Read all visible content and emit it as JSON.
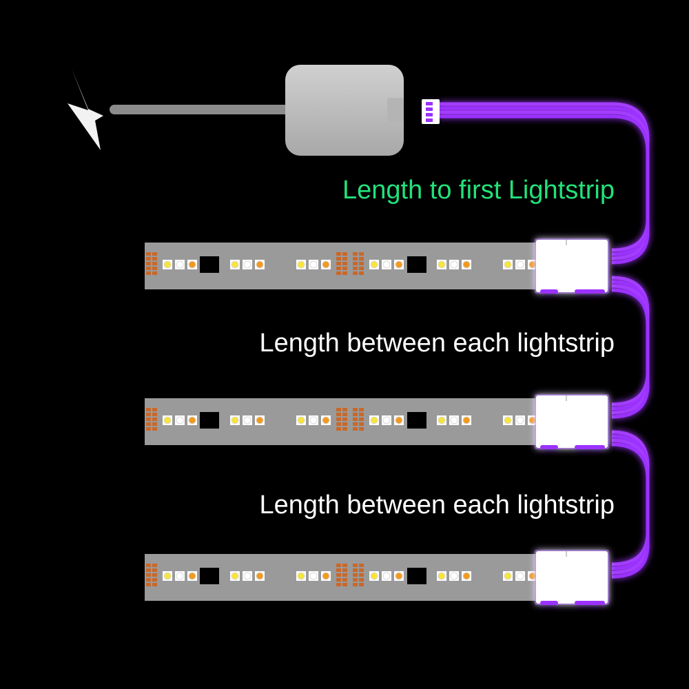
{
  "labels": {
    "first_length": "Length to first Lightstrip",
    "between_1": "Length between each lightstrip",
    "between_2": "Length between each lightstrip"
  },
  "colors": {
    "background": "#000000",
    "wire": "#9b30ff",
    "wire_dark": "#6a10c8",
    "first_label": "#22e27a",
    "between_label": "#ffffff",
    "strip": "#9a9a9a",
    "controller": "#bdbdbd",
    "cable": "#8c8c8c",
    "bolt": "#f2f2f2",
    "led_yellow": "#f7e53b",
    "led_white": "#ffffff",
    "led_orange": "#f29a1e",
    "resistor": "#c8682a",
    "connector": "#ffffff"
  },
  "icons": {
    "power": "lightning-bolt-icon",
    "controller": "controller-box",
    "plug": "jst-plug-icon"
  },
  "strip_count": 3
}
